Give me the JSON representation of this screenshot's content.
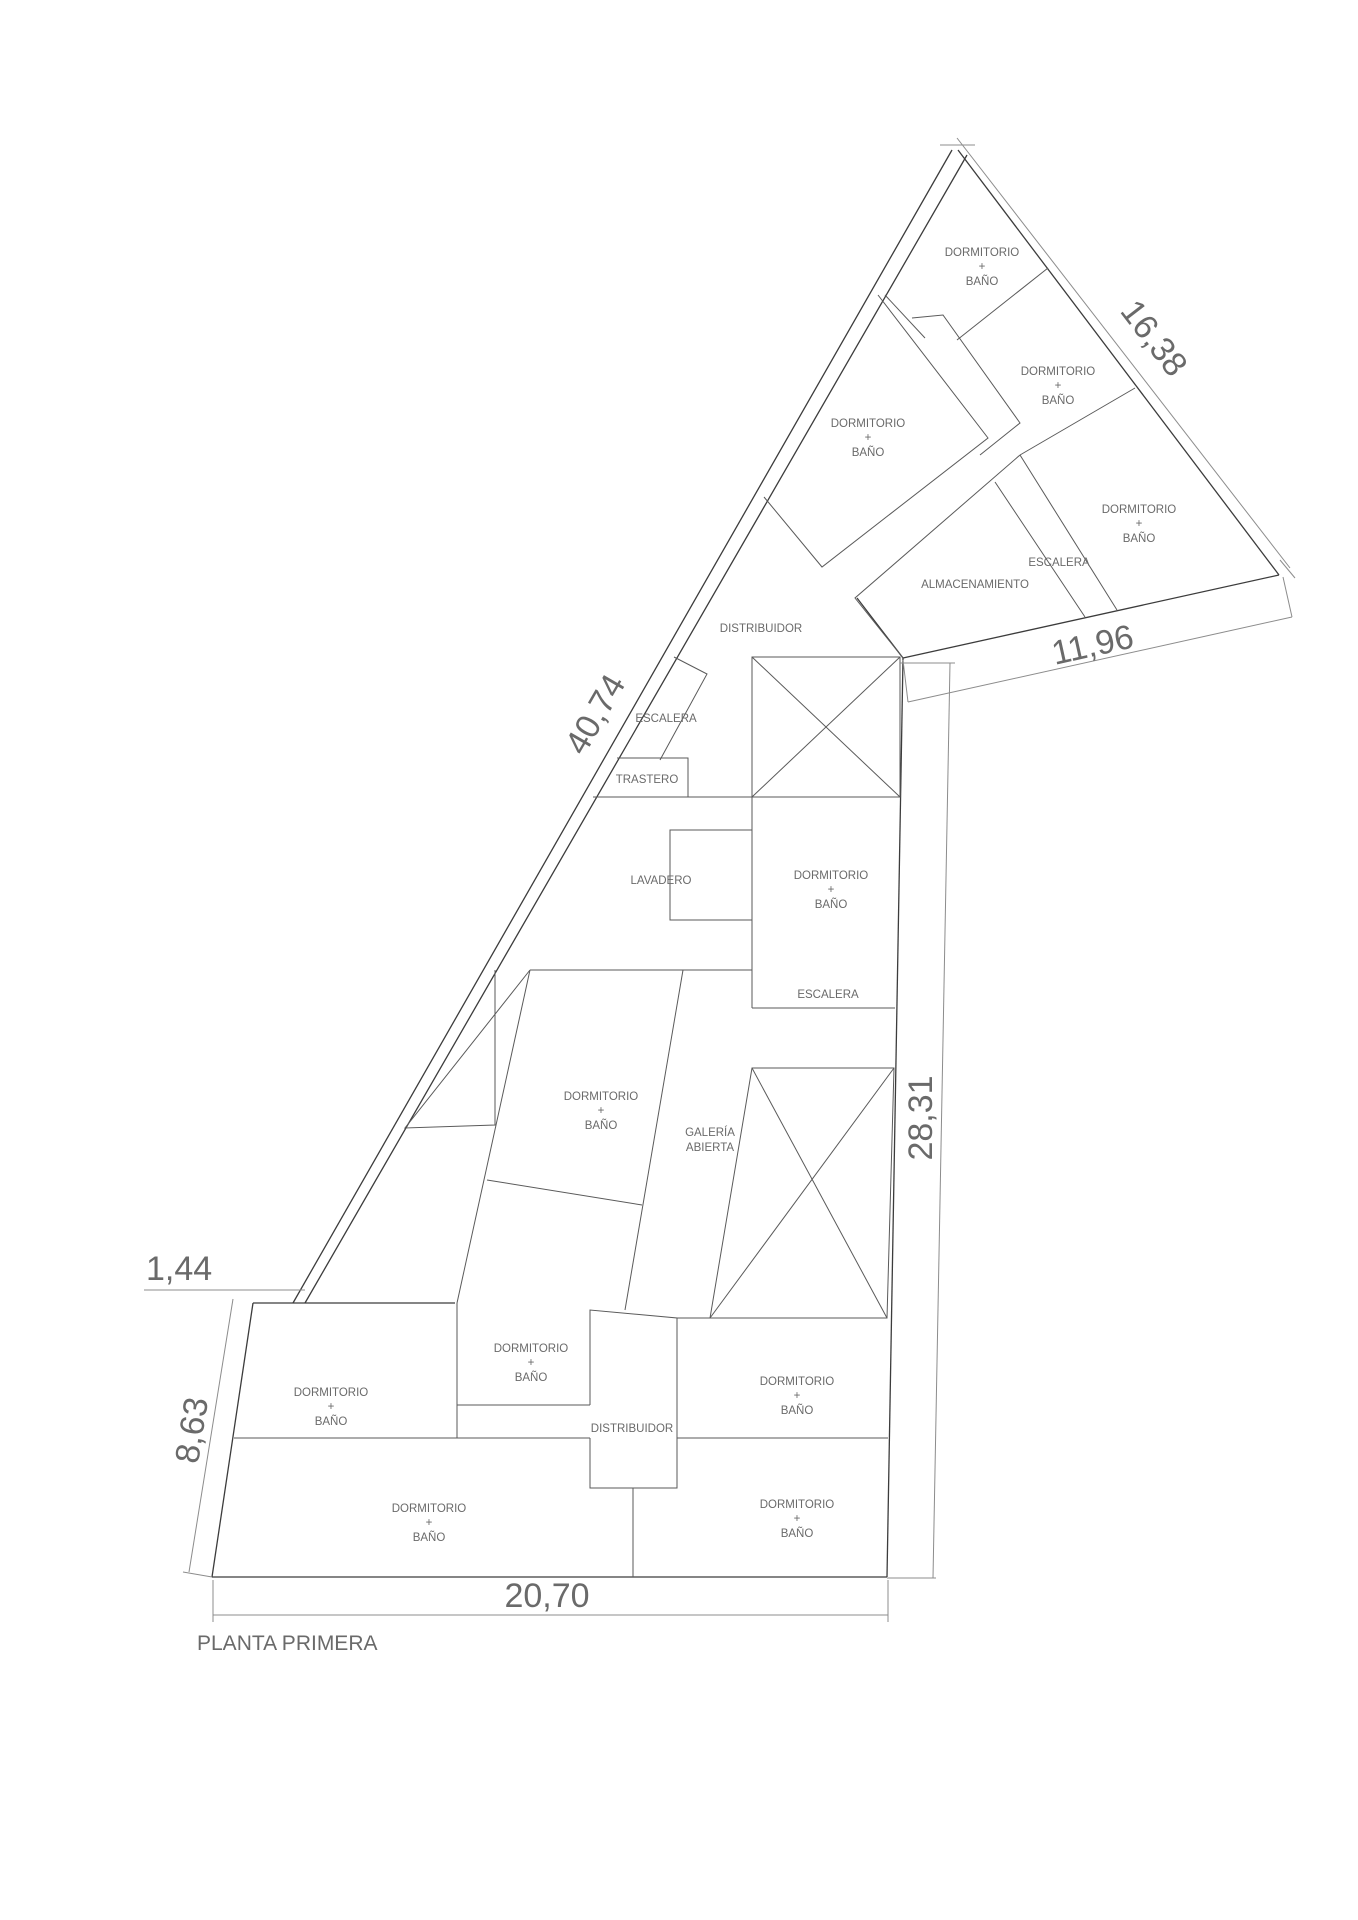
{
  "plan": {
    "title": "PLANTA PRIMERA",
    "dimensions": {
      "top_right_edge": "16,38",
      "diagonal_edge": "40,74",
      "upper_right_bottom": "11,96",
      "right_edge": "28,31",
      "left_offset": "1,44",
      "left_edge": "8,63",
      "bottom_edge": "20,70"
    },
    "rooms": {
      "r1": {
        "line1": "DORMITORIO",
        "line2": "+",
        "line3": "BAÑO"
      },
      "r2": {
        "line1": "DORMITORIO",
        "line2": "+",
        "line3": "BAÑO"
      },
      "r3": {
        "line1": "DORMITORIO",
        "line2": "+",
        "line3": "BAÑO"
      },
      "r4": {
        "line1": "DORMITORIO",
        "line2": "+",
        "line3": "BAÑO"
      },
      "r5": {
        "line1": "DORMITORIO",
        "line2": "+",
        "line3": "BAÑO"
      },
      "r6": {
        "line1": "DORMITORIO",
        "line2": "+",
        "line3": "BAÑO"
      },
      "r7": {
        "line1": "DORMITORIO",
        "line2": "+",
        "line3": "BAÑO"
      },
      "r8": {
        "line1": "DORMITORIO",
        "line2": "+",
        "line3": "BAÑO"
      },
      "r9": {
        "line1": "DORMITORIO",
        "line2": "+",
        "line3": "BAÑO"
      },
      "r10": {
        "line1": "DORMITORIO",
        "line2": "+",
        "line3": "BAÑO"
      },
      "r11": {
        "line1": "DORMITORIO",
        "line2": "+",
        "line3": "BAÑO"
      },
      "almacenamiento": "ALMACENAMIENTO",
      "escalera_top": "ESCALERA",
      "distribuidor_top": "DISTRIBUIDOR",
      "escalera_left": "ESCALERA",
      "trastero": "TRASTERO",
      "lavadero": "LAVADERO",
      "escalera_mid": "ESCALERA",
      "galeria_line1": "GALERÍA",
      "galeria_line2": "ABIERTA",
      "distribuidor_bottom": "DISTRIBUIDOR"
    }
  }
}
